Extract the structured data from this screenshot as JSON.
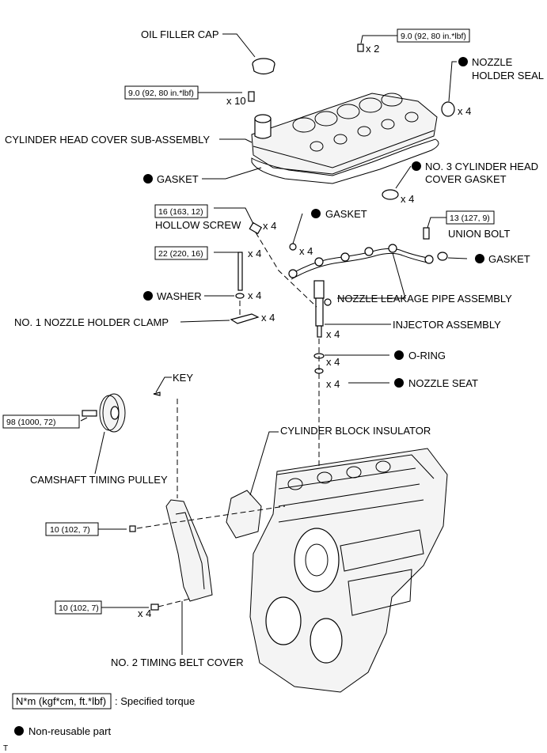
{
  "labels": {
    "oil_filler_cap": "OIL FILLER CAP",
    "cylinder_head_cover": "CYLINDER HEAD COVER SUB-ASSEMBLY",
    "gasket_cover": "GASKET",
    "nozzle_holder_seal_1": "NOZZLE",
    "nozzle_holder_seal_2": "HOLDER SEAL",
    "no3_gasket_1": "NO. 3 CYLINDER HEAD",
    "no3_gasket_2": "COVER GASKET",
    "gasket_pipe_top": "GASKET",
    "hollow_screw": "HOLLOW SCREW",
    "union_bolt": "UNION BOLT",
    "gasket_union": "GASKET",
    "washer": "WASHER",
    "nozzle_leakage_pipe": "NOZZLE LEAKAGE PIPE ASSEMBLY",
    "no1_nozzle_holder_clamp": "NO. 1 NOZZLE HOLDER CLAMP",
    "injector_assembly": "INJECTOR ASSEMBLY",
    "o_ring": "O-RING",
    "nozzle_seat": "NOZZLE SEAT",
    "key": "KEY",
    "cylinder_block_insulator": "CYLINDER BLOCK INSULATOR",
    "camshaft_timing_pulley": "CAMSHAFT TIMING PULLEY",
    "no2_timing_belt_cover": "NO. 2 TIMING BELT COVER"
  },
  "torques": {
    "cover_top": "9.0 (92, 80 in.*lbf)",
    "cover_side": "9.0 (92, 80 in.*lbf)",
    "hollow_screw": "16 (163, 12)",
    "union_bolt": "13 (127, 9)",
    "clamp_bolt": "22 (220, 16)",
    "pulley_bolt": "98 (1000, 72)",
    "belt_cover_1": "10 (102, 7)",
    "belt_cover_2": "10 (102, 7)"
  },
  "quantities": {
    "cover_top": "x 2",
    "cover_side": "x 10",
    "nozzle_holder_seal": "x 4",
    "no3_gasket": "x 4",
    "hollow_screw": "x 4",
    "gasket_pipe": "x 4",
    "clamp_bolt": "x 4",
    "washer": "x 4",
    "clamp": "x 4",
    "injector": "x 4",
    "o_ring": "x 4",
    "nozzle_seat": "x 4",
    "belt_cover_bolts": "x 4"
  },
  "legend": {
    "torque_sample": "N*m (kgf*cm, ft.*lbf)",
    "torque_text": ": Specified torque",
    "nonreusable_text": "Non-reusable part"
  },
  "footer": {
    "corner_mark": "T"
  },
  "colors": {
    "ink": "#000000",
    "paper": "#ffffff"
  }
}
